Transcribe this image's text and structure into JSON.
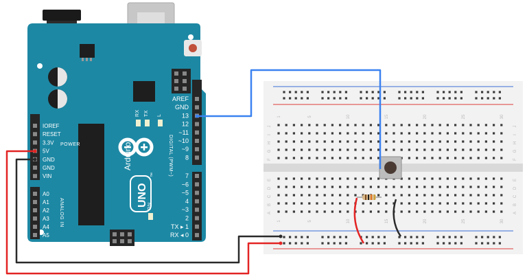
{
  "board": {
    "brand": "Arduino",
    "model": "UNO",
    "power_header_label": "POWER",
    "analog_header_label": "ANALOG IN",
    "digital_header_label": "DIGITAL (PWM~)",
    "led_labels": {
      "tx": "TX",
      "rx": "RX",
      "l": "L",
      "on": "ON"
    },
    "power_pins": [
      "IOREF",
      "RESET",
      "3.3V",
      "5V",
      "GND",
      "GND",
      "VIN"
    ],
    "analog_pins": [
      "A0",
      "A1",
      "A2",
      "A3",
      "A4",
      "A5"
    ],
    "top_right_pins": [
      "AREF",
      "GND",
      "13",
      "12",
      "~11",
      "~10",
      "~9",
      "8"
    ],
    "bottom_right_pins": [
      "7",
      "~6",
      "~5",
      "4",
      "~3",
      "2",
      "TX ▸ 1",
      "RX ◂ 0"
    ]
  },
  "breadboard": {
    "column_numbers_top": [
      "1",
      "5",
      "10",
      "15",
      "20",
      "25",
      "30"
    ],
    "column_numbers_bottom": [
      "1",
      "5",
      "10",
      "15",
      "20",
      "25",
      "30"
    ],
    "rows_upper": [
      "J",
      "I",
      "H",
      "G",
      "F"
    ],
    "rows_lower": [
      "E",
      "D",
      "C",
      "B",
      "A"
    ]
  },
  "wires": [
    {
      "name": "pin13-to-button",
      "color": "#3b82f0"
    },
    {
      "name": "5v-to-power-rail",
      "color": "#e32424"
    },
    {
      "name": "gnd-to-ground-rail",
      "color": "#2a2a2a"
    },
    {
      "name": "rail-to-resistor",
      "color": "#e32424"
    },
    {
      "name": "ground-rail-to-button",
      "color": "#2a2a2a"
    }
  ],
  "colors": {
    "board": "#1d88a4",
    "board_dark": "#15708a",
    "header": "#262626",
    "breadboard": "#f2f2f2",
    "breadboard_channel": "#d9d9d9",
    "rail_red": "#e03a3a",
    "rail_blue": "#3b6fd8"
  }
}
